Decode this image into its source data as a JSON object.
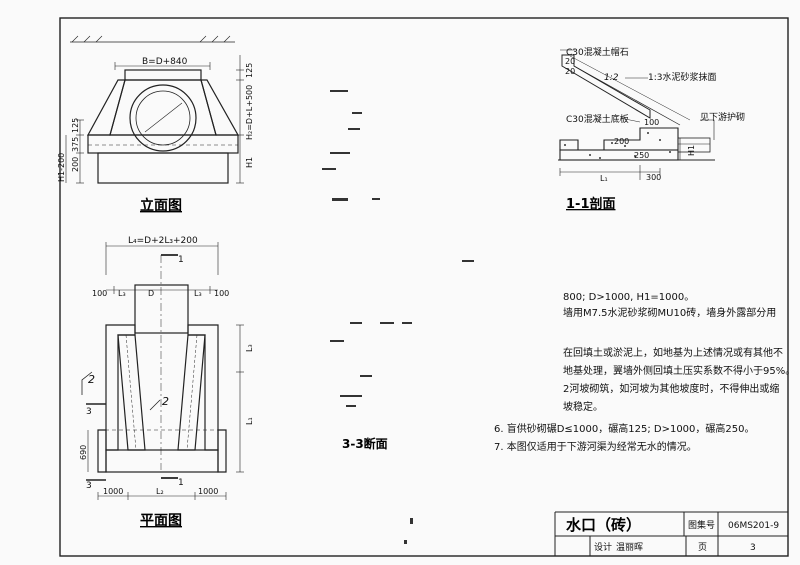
{
  "views": {
    "elevation": {
      "title": "立面图",
      "top_width": "B=D+840",
      "right_dims": [
        "125",
        "H₂=D+L+500",
        "H1"
      ],
      "left_dims": [
        "125",
        "375",
        "200",
        "H1-200"
      ]
    },
    "plan": {
      "title": "平面图",
      "top_width": "L₄=D+2L₃+200",
      "labels": [
        "100",
        "L₃",
        "D",
        "L₃",
        "100"
      ],
      "right_dims": [
        "L₃",
        "L₁"
      ],
      "left_dims": [
        "690"
      ],
      "bottom_dims": [
        "1000",
        "L₂",
        "1000"
      ],
      "section_marks": [
        "1",
        "1",
        "2",
        "2",
        "3",
        "3"
      ]
    },
    "section11": {
      "title": "1-1剖面",
      "cap": "C30混凝土帽石",
      "plaster": "1:3水泥砂浆抹面",
      "base": "C30混凝土底板",
      "protect": "见下游护砌",
      "slope": "1:2",
      "dims": [
        "20",
        "20",
        "100",
        "200",
        "250",
        "H1",
        "L₁",
        "300"
      ]
    },
    "section33": {
      "title": "3-3断面"
    }
  },
  "notes": {
    "lines": [
      "800; D>1000, H1=1000。",
      "墙用M7.5水泥砂浆砌MU10砖，墙身外露部分用",
      "在回填土或淤泥上，如地基为上述情况或有其他不",
      "地基处理，翼墙外侧回填土压实系数不得小于95%。",
      "2河坡砌筑，如河坡为其他坡度时，不得伸出或缩",
      "坡稳定。",
      "6. 盲供砂砌碾D≤1000，碾高125; D>1000，碾高250。",
      "7. 本图仅适用于下游河渠为经常无水的情况。"
    ]
  },
  "title_block": {
    "name": "水口（砖）",
    "atlas_label": "图集号",
    "atlas_no": "06MS201-9",
    "design_label": "设计",
    "designer": "温丽晖",
    "page_label": "页",
    "page_no": "3"
  }
}
